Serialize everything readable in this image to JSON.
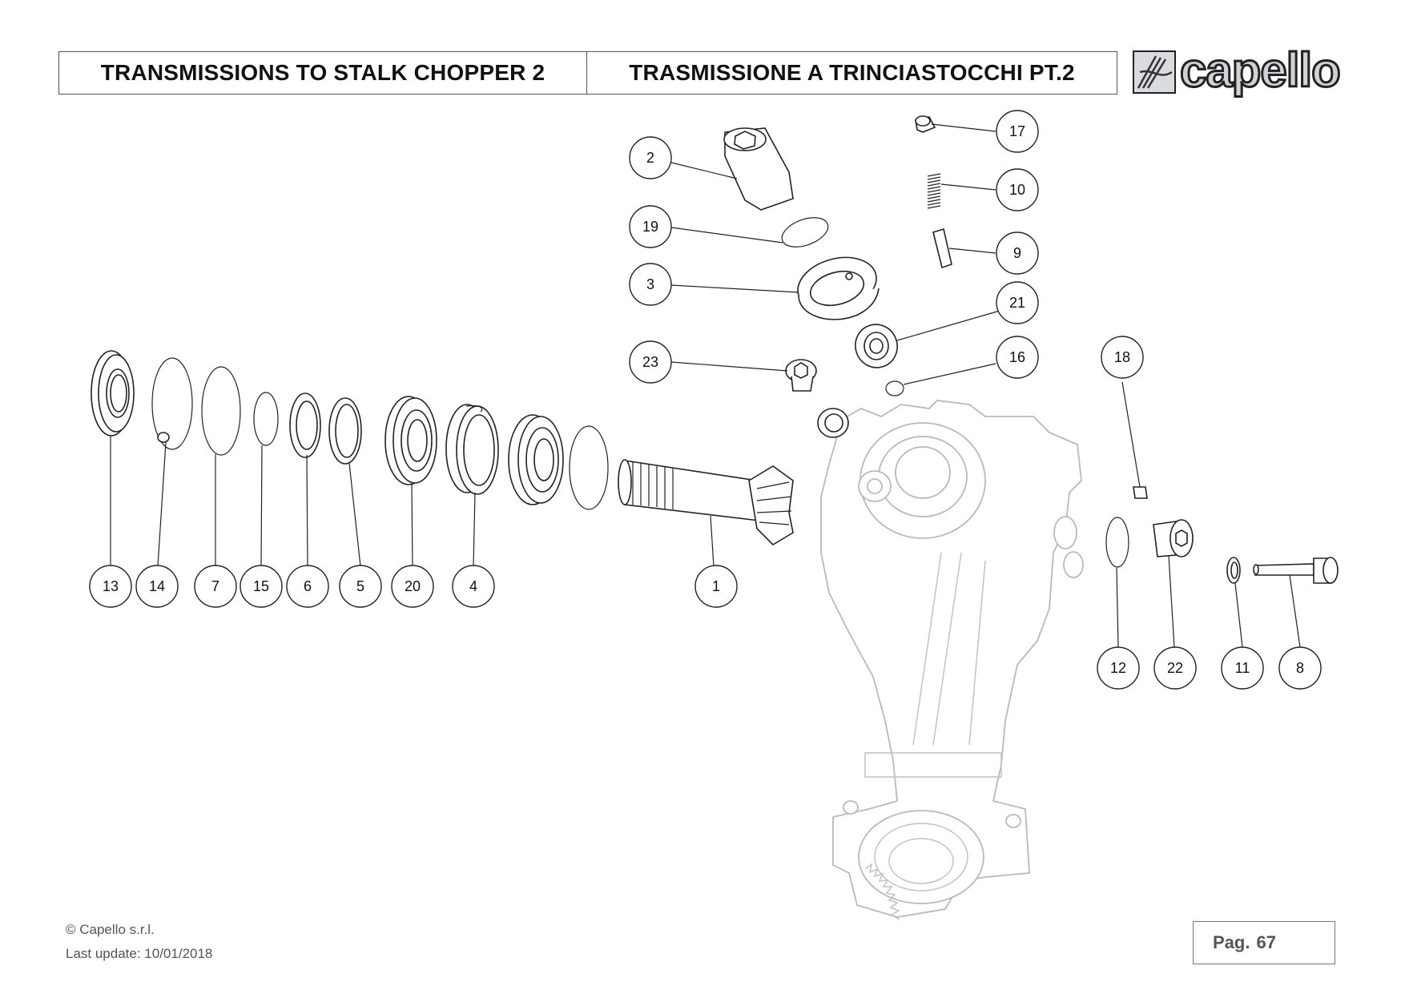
{
  "header": {
    "title_en": "TRANSMISSIONS TO STALK CHOPPER 2",
    "title_it": "TRASMISSIONE A TRINCIASTOCCHI PT.2"
  },
  "logo": {
    "text": "capello"
  },
  "footer": {
    "copyright": "© Capello s.r.l.",
    "last_update": "Last update: 10/01/2018",
    "page_label": "Pag.",
    "page_number": "67"
  },
  "callouts": {
    "c1": "1",
    "c2": "2",
    "c3": "3",
    "c4": "4",
    "c5": "5",
    "c6": "6",
    "c7": "7",
    "c8": "8",
    "c9": "9",
    "c10": "10",
    "c11": "11",
    "c12": "12",
    "c13": "13",
    "c14": "14",
    "c15": "15",
    "c16": "16",
    "c17": "17",
    "c18": "18",
    "c19": "19",
    "c20": "20",
    "c21": "21",
    "c22": "22",
    "c23": "23"
  }
}
